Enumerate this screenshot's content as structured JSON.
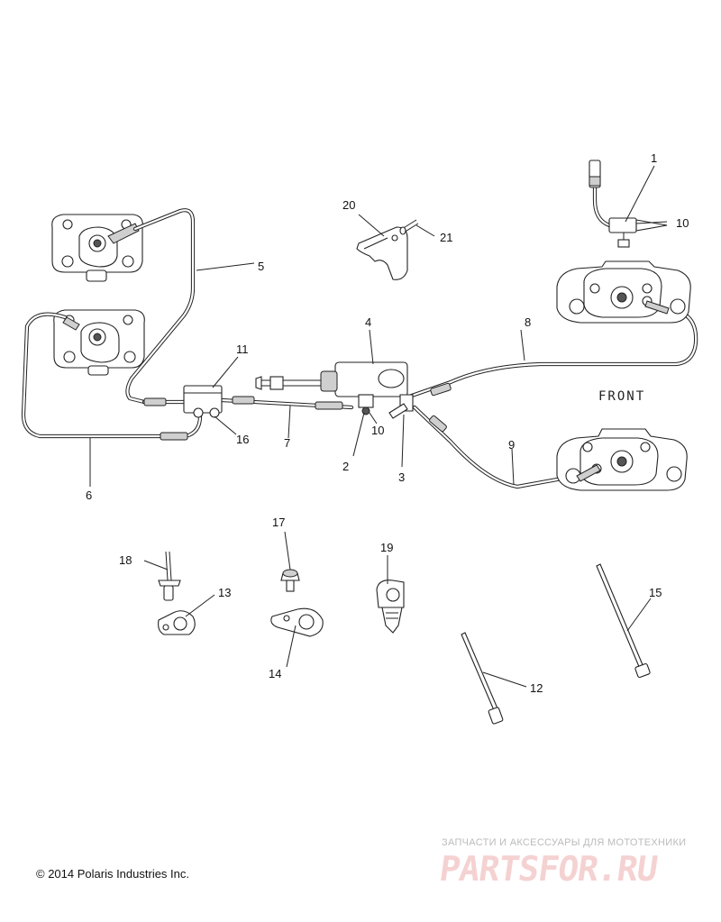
{
  "copyright": "© 2014 Polaris Industries Inc.",
  "front_label": "FRONT",
  "watermark": {
    "tagline": "ЗАПЧАСТИ И АКСЕССУАРЫ ДЛЯ МОТОТЕХНИКИ",
    "logo": "PARTSFOR.RU"
  },
  "callouts": [
    "1",
    "2",
    "3",
    "4",
    "5",
    "6",
    "7",
    "8",
    "9",
    "10",
    "10",
    "11",
    "12",
    "13",
    "14",
    "15",
    "16",
    "17",
    "18",
    "19",
    "20",
    "21"
  ]
}
